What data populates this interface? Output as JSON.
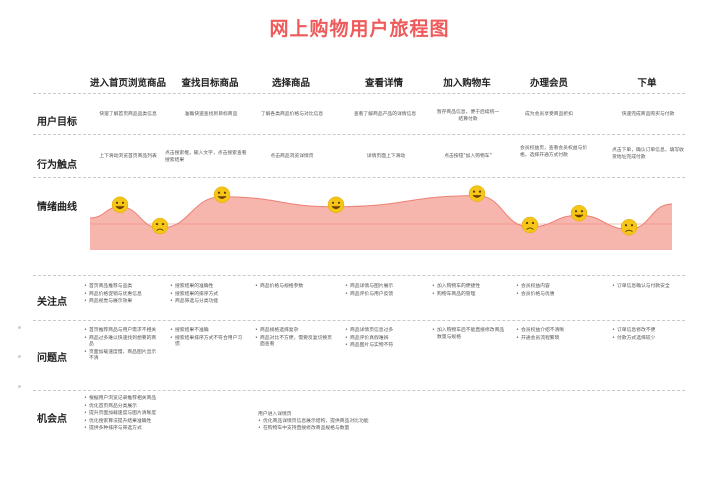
{
  "title": "网上购物用户旅程图",
  "stages": [
    "进入首页浏览商品",
    "查找目标商品",
    "选择商品",
    "查看详情",
    "加入购物车",
    "办理会员",
    "下单"
  ],
  "rows": {
    "goal": "用户目标",
    "touch": "行为触点",
    "emotion": "情绪曲线",
    "focus": "关注点",
    "problem": "问题点",
    "opportunity": "机会点"
  },
  "goals": [
    "快速了解首页商品品类信息",
    "准确快速查找到目标商品",
    "了解各类商品价格与对比信息",
    "查看了解商品产品的详情信息",
    "暂存商品信息，便于后续统一结算付款",
    "成为会员享受商品折扣",
    "快速完成商品购买与付款"
  ],
  "touches": [
    "上下滑动浏览首页商品列表",
    "点击搜索框，输入文字，点击搜索查看搜索结果",
    "点击商品浏览详情页",
    "详情页面上下滑动",
    "点击按钮\"加入购物车\"",
    "会员权益页，查看会员权益与价格，选择开通方式付款",
    "点击下单，确认订单信息，填写收货地址完成付款"
  ],
  "focus": [
    [
      "首页商品推荐与品类",
      "商品价格促销与优惠信息",
      "商品视觉与展示效果"
    ],
    [
      "搜索结果的准确性",
      "搜索结果的排序方式",
      "商品筛选与分类功能"
    ],
    [
      "商品价格与规格参数"
    ],
    [
      "商品详情与图片展示",
      "商品评价与用户反馈"
    ],
    [
      "加入购物车的便捷性",
      "购物车商品的管理"
    ],
    [
      "会员权益内容",
      "会员价格与优惠"
    ],
    [
      "订单信息确认与付款安全"
    ]
  ],
  "problems": [
    [
      "首页推荐商品与用户需求不相关",
      "商品过多难以快速找到想要的商品",
      "页面加载速度慢，商品图片显示不清"
    ],
    [
      "搜索结果不准确",
      "搜索结果排序方式不符合用户习惯"
    ],
    [
      "商品规格选择复杂",
      "商品对比不方便，需要反复切换页面查看"
    ],
    [
      "商品详情页信息过多",
      "商品评价真假难辨",
      "商品图片与实物不符"
    ],
    [
      "加入购物车后不能直接修改商品数量与规格"
    ],
    [
      "会员权益介绍不清晰",
      "开通会员流程繁琐"
    ],
    [
      "订单信息修改不便",
      "付款方式选择较少"
    ]
  ],
  "opportunities": [
    "根据用户浏览记录推荐相关商品",
    "优化首页商品分类展示",
    "提升页面加载速度与图片清晰度",
    "优化搜索算法提升结果准确性",
    "提供多种排序与筛选方式"
  ],
  "opportunities2": [
    "用户进入详情页",
    "优化商品详情页信息展示结构，提供商品对比功能",
    "在购物车中支持直接修改商品规格与数量"
  ],
  "chart_data": {
    "type": "line",
    "categories": [
      "进入首页浏览商品",
      "查找目标商品",
      "选择商品",
      "查看详情",
      "加入购物车",
      "办理会员",
      "下单"
    ],
    "points": [
      {
        "mood": "happy",
        "level": 0.7
      },
      {
        "mood": "sad",
        "level": 0.32
      },
      {
        "mood": "happy",
        "level": 0.88
      },
      {
        "mood": "happy",
        "level": 0.7
      },
      {
        "mood": "happy",
        "level": 0.9
      },
      {
        "mood": "sad",
        "level": 0.34
      },
      {
        "mood": "happy",
        "level": 0.55
      },
      {
        "mood": "sad",
        "level": 0.3
      }
    ],
    "colors": {
      "fill": "#f7b6ad",
      "stroke": "#ee7f73",
      "emoji": "#f5c518"
    }
  }
}
